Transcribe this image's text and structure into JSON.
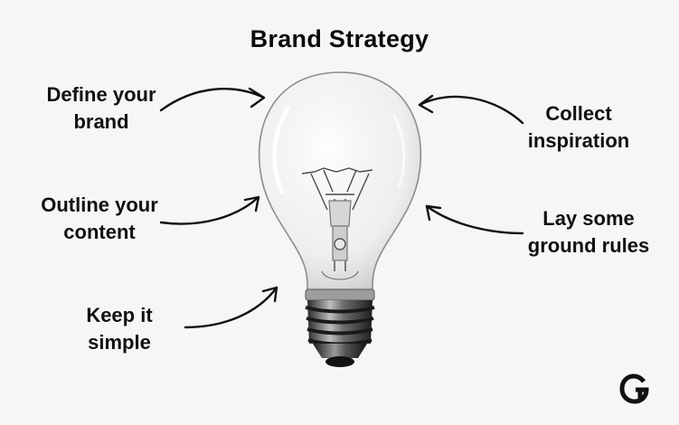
{
  "title": "Brand Strategy",
  "labels": {
    "define": [
      "Define your",
      "brand"
    ],
    "outline": [
      "Outline your",
      "content"
    ],
    "keep": [
      "Keep it",
      "simple"
    ],
    "collect": [
      "Collect",
      "inspiration"
    ],
    "lay": [
      "Lay some",
      "ground rules"
    ]
  },
  "colors": {
    "background": "#f8f5f6",
    "ink": "#111111"
  },
  "icons": {
    "center": "light-bulb-icon",
    "logo": "g-logo-icon",
    "pointers": "curved-arrow-icon"
  }
}
